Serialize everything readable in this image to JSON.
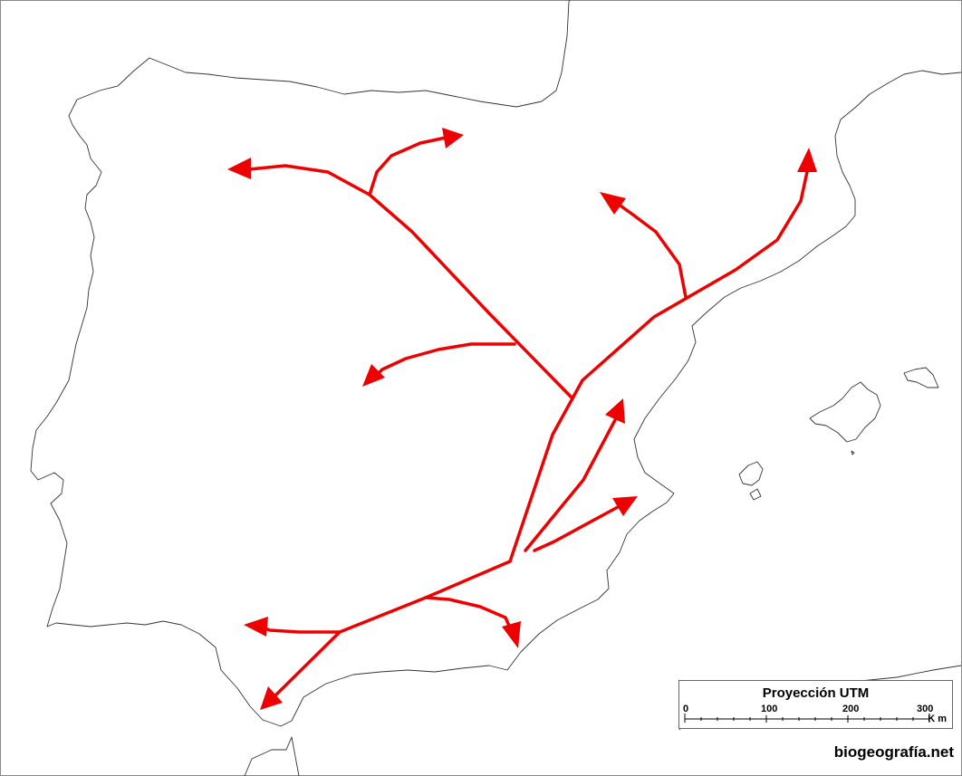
{
  "map": {
    "title": "Iberian Peninsula",
    "route_color": "#ee0000"
  },
  "scale": {
    "title": "Proyección UTM",
    "ticks": [
      "0",
      "100",
      "200",
      "300"
    ],
    "unit": "K m"
  },
  "credit": "biogeografía.net"
}
